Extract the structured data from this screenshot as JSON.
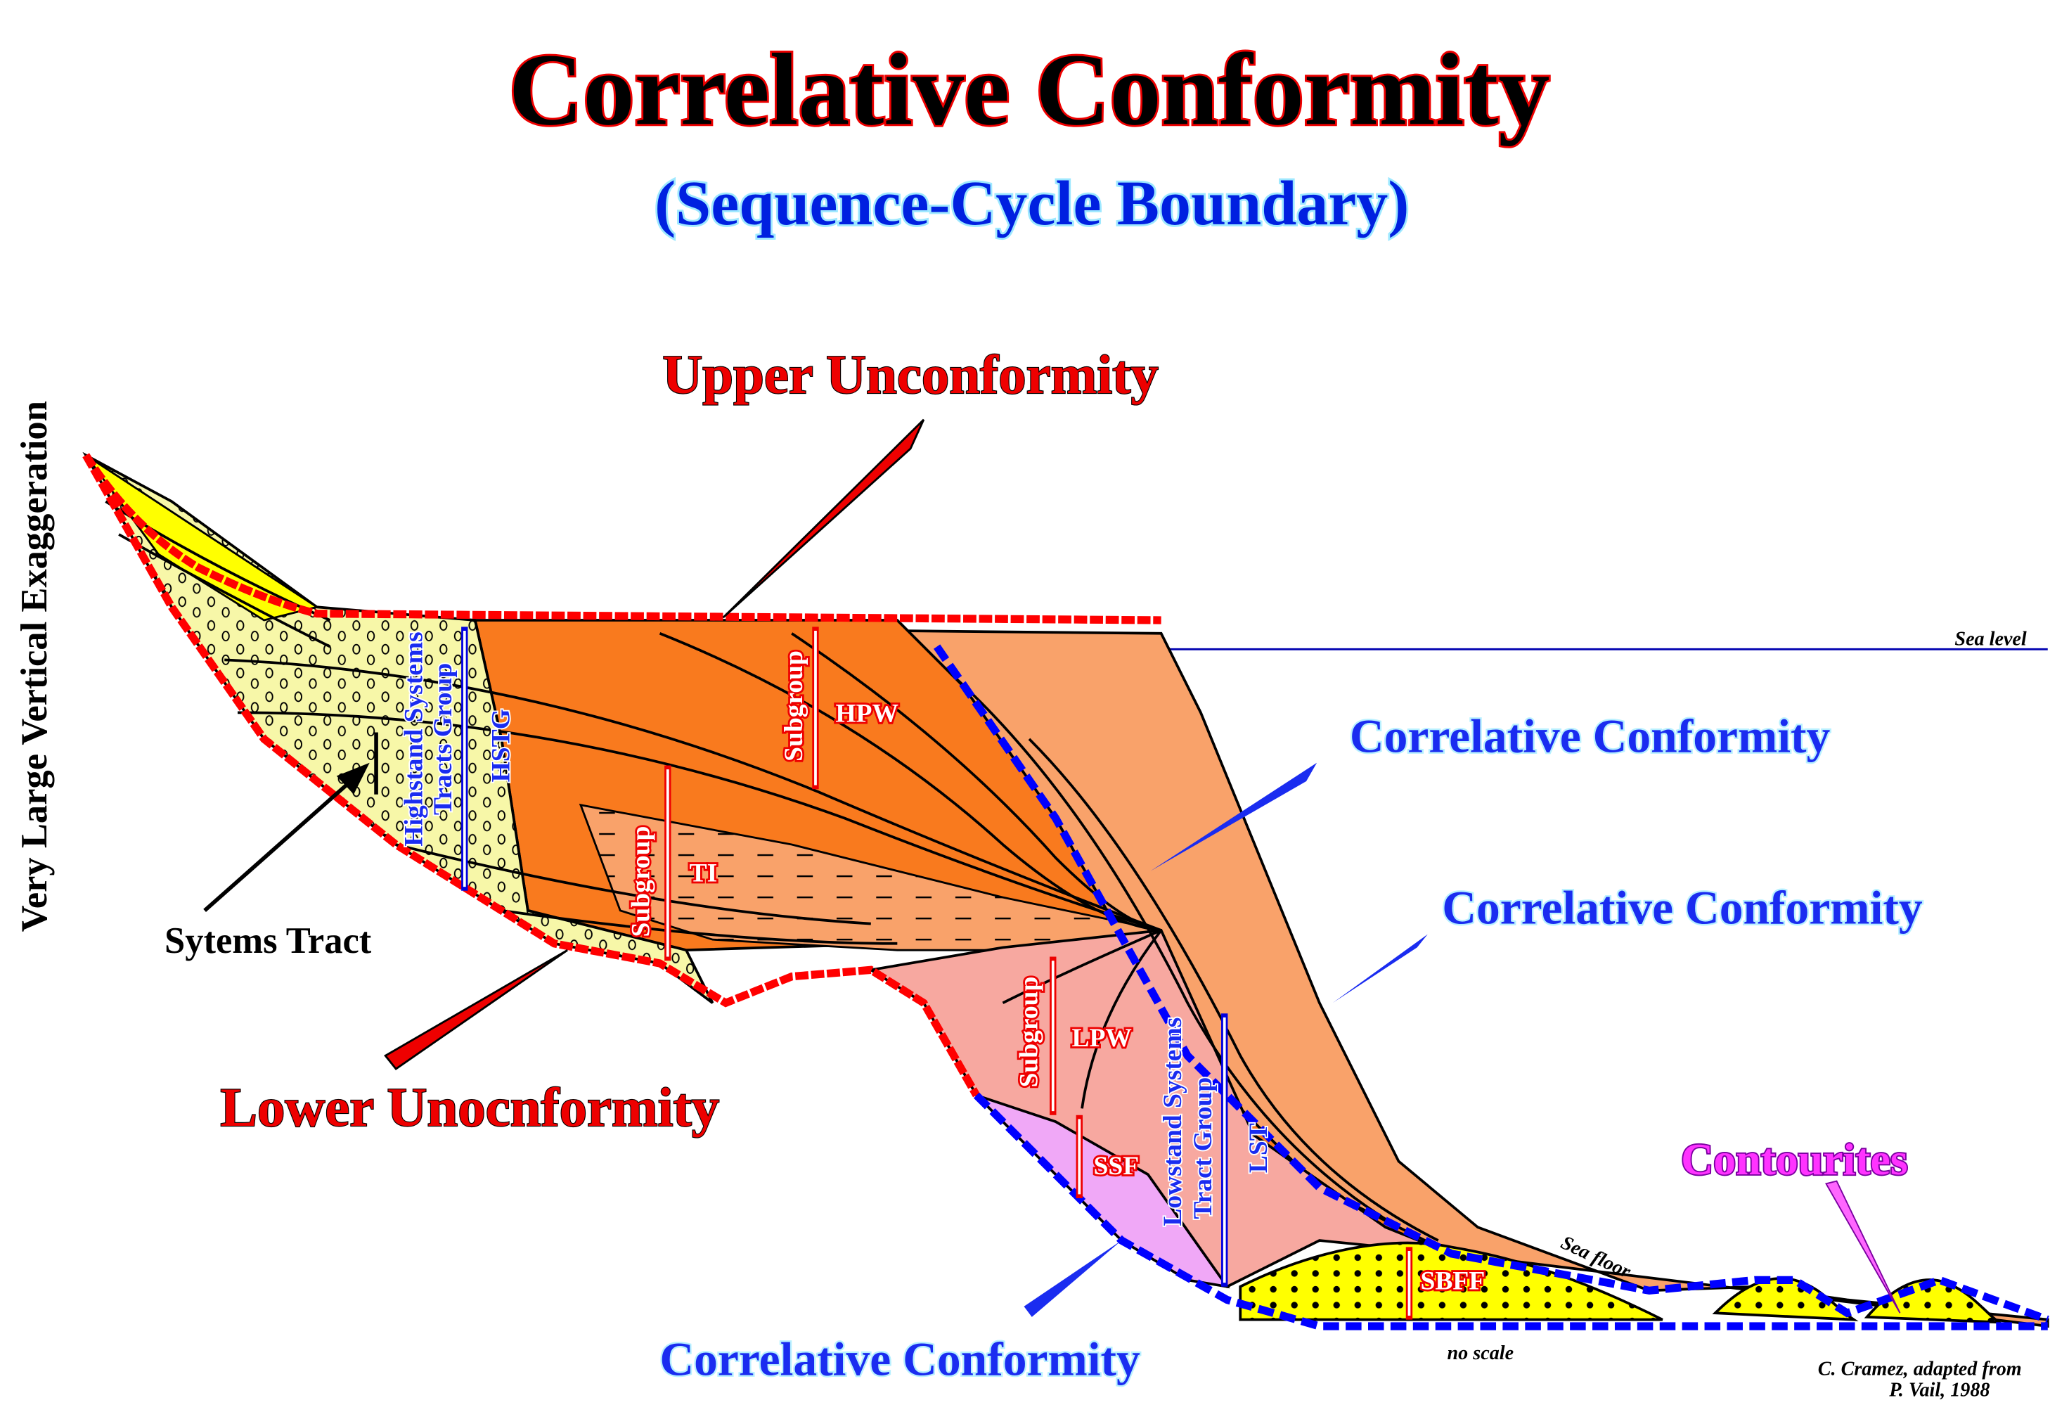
{
  "title": "Correlative  Conformity",
  "subtitle": "(Sequence-Cycle Boundary)",
  "labels": {
    "upper_unconformity": "Upper Unconformity",
    "lower_unconformity": "Lower Unocnformity",
    "correlative_conformity_1": "Correlative Conformity",
    "correlative_conformity_2": "Correlative Conformity",
    "correlative_conformity_3": "Correlative Conformity",
    "sea_level": "Sea level",
    "sea_floor": "Sea floor",
    "no_scale": "no scale",
    "systems_tract": "Sytems Tract",
    "vertical_exaggeration": "Very Large Vertical Exaggeration",
    "contourites": "Contourites",
    "hstg": "HSTG",
    "highstand_1": "Highstand Systems",
    "highstand_2": "Tracts Group",
    "lowstand_1": "Lowstand Systems",
    "lowstand_2": "Tract Group",
    "lst": "LST",
    "hpw": "HPW",
    "ti": "TI",
    "lpw": "LPW",
    "ssf": "SSF",
    "sbff": "SBFF",
    "subgroup_1": "Subgroup",
    "subgroup_2": "Subgroup",
    "subgroup_3": "Subgroup"
  },
  "credit": {
    "line1": "C. Cramez, adapted from",
    "line2": "P. Vail, 1988"
  },
  "colors": {
    "unconformity": "#ff0000",
    "conformity": "#0000ff",
    "orange": "#f97a1e",
    "light_orange": "#f9a26a",
    "yellow": "#ffff00",
    "pale_yellow": "#f7f7a8",
    "pink": "#f7a8a0",
    "violet": "#f0a8f7"
  }
}
